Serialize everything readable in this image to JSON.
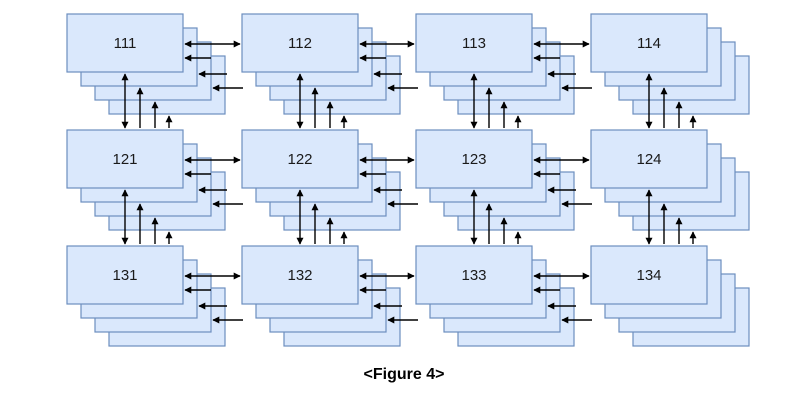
{
  "figure": {
    "caption": "<Figure 4>",
    "rows": [
      [
        "111",
        "112",
        "113",
        "114"
      ],
      [
        "121",
        "122",
        "123",
        "124"
      ],
      [
        "131",
        "132",
        "133",
        "134"
      ]
    ],
    "layers_per_node": 4,
    "colors": {
      "box_fill": "#dae8fc",
      "box_stroke": "#6c8ebf",
      "arrow": "#000000"
    }
  }
}
